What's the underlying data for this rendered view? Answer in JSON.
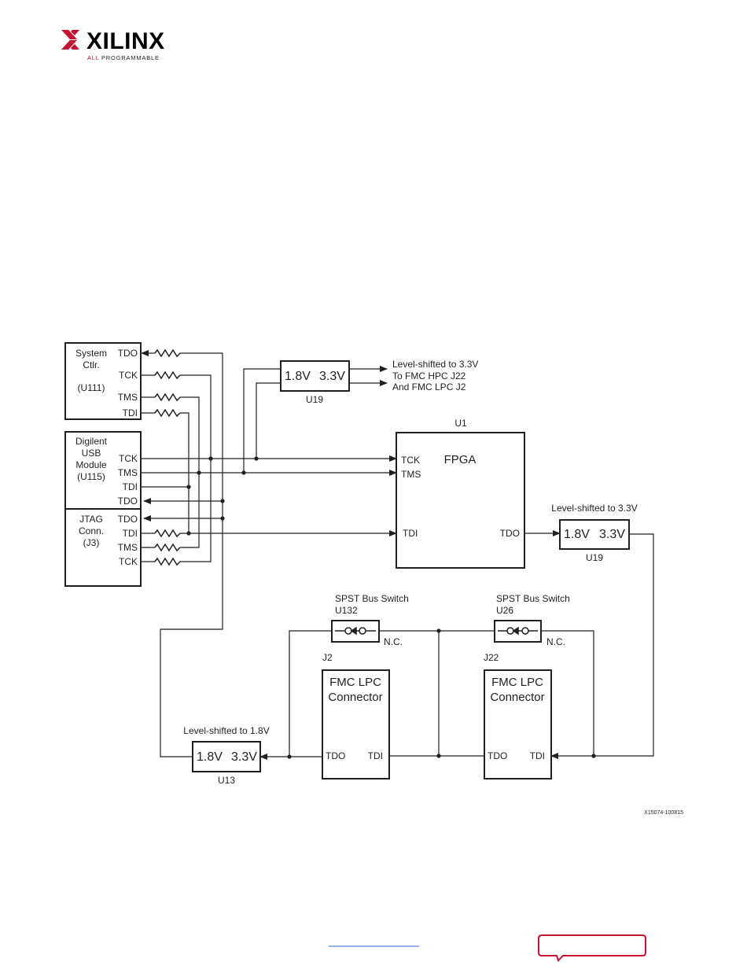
{
  "brand": {
    "name": "XILINX",
    "tagline_red": "ALL",
    "tagline": "PROGRAMMABLE",
    "accent_color": "#c41230"
  },
  "diagram": {
    "system_ctrl": {
      "line1": "System",
      "line2": "Ctlr.",
      "ref": "(U111)",
      "pins": [
        "TDO",
        "TCK",
        "TMS",
        "TDI"
      ]
    },
    "digilent": {
      "line1": "Digilent",
      "line2": "USB",
      "line3": "Module",
      "ref": "(U115)",
      "pins": [
        "TCK",
        "TMS",
        "TDI",
        "TDO"
      ]
    },
    "jtag": {
      "line1": "JTAG",
      "line2": "Conn.",
      "ref": "(J3)",
      "pins": [
        "TDO",
        "TDI",
        "TMS",
        "TCK"
      ]
    },
    "fpga": {
      "ref": "U1",
      "name": "FPGA",
      "pin_tck": "TCK",
      "pin_tms": "TMS",
      "pin_tdi": "TDI",
      "pin_tdo": "TDO"
    },
    "shifter_top": {
      "v1": "1.8V",
      "v2": "3.3V",
      "ref": "U19",
      "note1": "Level-shifted to 3.3V",
      "note2": "To FMC HPC J22",
      "note3": "And FMC LPC J2"
    },
    "shifter_right": {
      "v1": "1.8V",
      "v2": "3.3V",
      "ref": "U19",
      "note": "Level-shifted to 3.3V"
    },
    "shifter_bottom": {
      "v1": "1.8V",
      "v2": "3.3V",
      "ref": "U13",
      "note": "Level-shifted to 1.8V"
    },
    "switch_left": {
      "title": "SPST Bus Switch",
      "ref": "U132",
      "nc": "N.C."
    },
    "switch_right": {
      "title": "SPST Bus Switch",
      "ref": "U26",
      "nc": "N.C."
    },
    "fmc_j2": {
      "ref": "J2",
      "line1": "FMC  LPC",
      "line2": "Connector",
      "pin_tdo": "TDO",
      "pin_tdi": "TDI"
    },
    "fmc_j22": {
      "ref": "J22",
      "line1": "FMC  LPC",
      "line2": "Connector",
      "pin_tdo": "TDO",
      "pin_tdi": "TDI"
    },
    "figure_id": "X15074-100815"
  },
  "footer": {
    "link_text": "",
    "button_text": ""
  }
}
